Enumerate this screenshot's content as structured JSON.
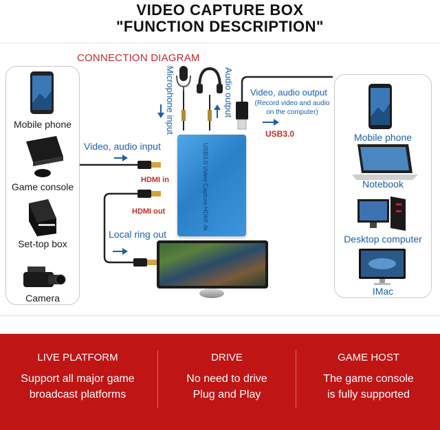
{
  "title": {
    "line1": "VIDEO CAPTURE BOX",
    "line2": "\"FUNCTION DESCRIPTION\""
  },
  "diagram": {
    "label": "CONNECTION DIAGRAM",
    "left_devices": [
      "Mobile phone",
      "Game console",
      "Set-top box",
      "Camera"
    ],
    "right_devices": [
      "Mobile phone",
      "Notebook",
      "Desktop computer",
      "IMac"
    ],
    "microphone_input": "Microphone input",
    "audio_output": "Audio output",
    "video_audio_output": "Video, audio output",
    "record_note_1": "(Record video and audio",
    "record_note_2": "on the computer)",
    "usb_label": "USB3.0",
    "video_audio_input": "Video, audio input",
    "hdmi_in": "HDMI in",
    "hdmi_out": "HDMI out",
    "local_ring_out": "Local ring out",
    "box_text": "USB3.0 Video Capture HDMI 4k"
  },
  "colors": {
    "accent_red": "#c8282a",
    "label_blue": "#1a5fb0",
    "band_red": "#c01515",
    "box_blue": "#2b7fc9"
  },
  "features": [
    {
      "heading": "LIVE PLATFORM",
      "line1": "Support all major game",
      "line2": "broadcast platforms"
    },
    {
      "heading": "DRIVE",
      "line1": "No need to drive",
      "line2": "Plug and Play"
    },
    {
      "heading": "GAME HOST",
      "line1": "The game console",
      "line2": "is fully supported"
    }
  ]
}
